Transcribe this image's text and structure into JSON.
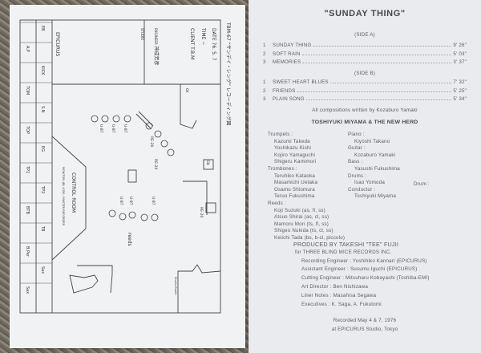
{
  "left_page": {
    "heading": "TBM-67 “サンデイ・シング” レコーディング図",
    "date_label": "DATE",
    "date_value": "76. 5. 7",
    "time_label": "TIME",
    "time_value": "~",
    "client_label": "CLIENT",
    "client_value": "T.B.M",
    "engineer_label": "ENGINEER",
    "engineer_value": "神成芳彦",
    "studio_label": "STUDIO",
    "studio_name": "EPICURUS",
    "control_room": "CONTROL ROOM",
    "monitor_note": "MONITOR: JBL 4350 / MASTER RECORDER",
    "reeds_label": "reeds",
    "mic_labels": [
      "U-87",
      "U-87",
      "U-87",
      "RE-20",
      "RE-20",
      "U-87",
      "U-87",
      "U-87",
      "RE-20"
    ],
    "booth_labels": [
      "Gt",
      "Eb",
      "Studio Booth"
    ],
    "channel_list": [
      "EB",
      "A.P",
      "KICK",
      "TOM",
      "S.N",
      "TOP",
      "EG",
      "TP1",
      "TP2",
      "BTB",
      "TB",
      "B.Per",
      "Sax",
      "Sax"
    ]
  },
  "right_page": {
    "title": "\"SUNDAY THING\"",
    "side_a": "(SIDE A)",
    "side_a_tracks": [
      {
        "num": "1",
        "title": "SUNDAY THING",
        "time": "9' 26\""
      },
      {
        "num": "2",
        "title": "SOFT RAIN",
        "time": "5' 03\""
      },
      {
        "num": "3",
        "title": "MEMORIES",
        "time": "3' 37\""
      }
    ],
    "side_b": "(SIDE B)",
    "side_b_tracks": [
      {
        "num": "1",
        "title": "SWEET HEART BLUES",
        "time": "7' 32\""
      },
      {
        "num": "2",
        "title": "FRIENDS",
        "time": "5' 25\""
      },
      {
        "num": "3",
        "title": "PLAIN SONG",
        "time": "5' 34\""
      }
    ],
    "compositions": "All compositions written by Kozaburo Yamaki",
    "band": "TOSHIYUKI MIYAMA & THE NEW HERD",
    "left_col": [
      "Trumpets :",
      "Kazumi Takeda",
      "Yoshikazu Kishi",
      "Kojiro Yamaguchi",
      "Shigeru Kamimori",
      "Trombones :",
      "Teruhiko Kataoka",
      "Masamichi Uetaka",
      "Osamu Shiomura",
      "Teruo Fukushima",
      "Reeds :",
      "Koji Suzuki (as, fl, ss)",
      "Atsuo Shirai (as, cl, ss)",
      "Mamoru Mori (ts, fl, ss)",
      "Shigeo Nukida (ts, cl, ss)",
      "Keiichi Tada (bs, b-cl, piccolo)"
    ],
    "right_col": [
      "Piano :",
      "Kiyoshi Takano",
      "Guitar :",
      "Kozaburo Yamaki",
      "Bass :",
      "Yasushi Fukushima",
      "Drums :",
      "Isao Yomoda",
      "Conductor :",
      "Toshiyuki Miyama"
    ],
    "drum_extra": "Drum :",
    "credits": [
      "PRODUCED BY TAKESHI \"TEE\" FUJII",
      "for  THREE BLIND MICE RECORDS INC.",
      "Recording Engineer : Yoshihiko Kannari (EPICURUS)",
      "Assistant Engineer : Susumu Iguchi (EPICURUS)",
      "Cutting Engineer : Mitsuharu Kobayashi (Toshiba-EMI)",
      "Art Director : Ben Nishizawa",
      "Liner Notes : Masahisa Segawa",
      "Executives : K. Saga, A. Fukutomi"
    ],
    "recorded": "Recorded May 4 & 7, 1976",
    "recorded_at": "at EPICURUS Studio, Tokyo"
  }
}
